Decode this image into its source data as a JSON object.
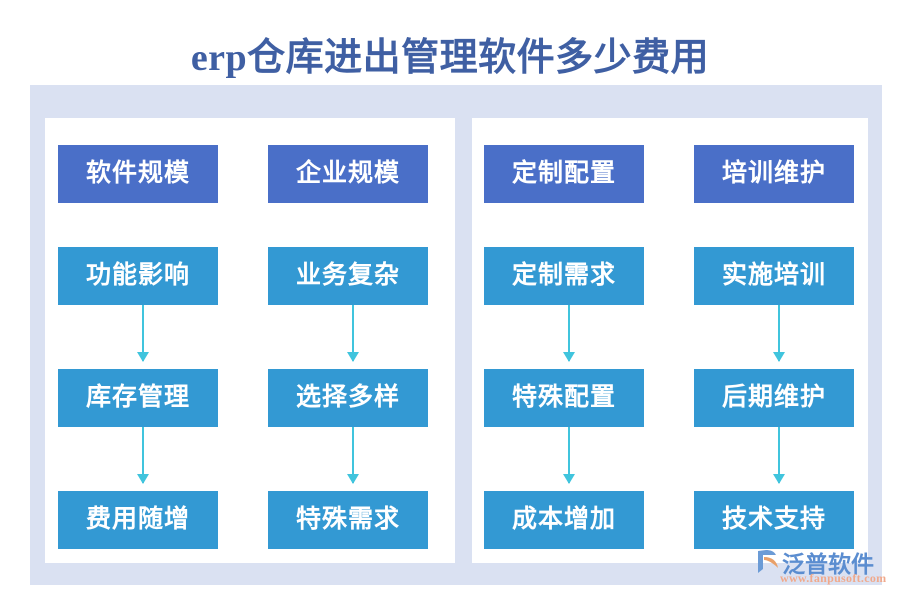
{
  "page": {
    "title": "erp仓库进出管理软件多少费用",
    "title_color": "#3f5fa3",
    "background": "#ffffff",
    "frame_color": "#dae1f2",
    "panel_color": "#ffffff"
  },
  "colors": {
    "header_box": "#4a6fc8",
    "node_box": "#3399d3",
    "arrow": "#40c4dd",
    "logo_brand": "#5b8dd0",
    "logo_url": "#f0a98c"
  },
  "diagram": {
    "type": "flow-columns",
    "columns": [
      {
        "header": "软件规模",
        "nodes": [
          "功能影响",
          "库存管理",
          "费用随增"
        ]
      },
      {
        "header": "企业规模",
        "nodes": [
          "业务复杂",
          "选择多样",
          "特殊需求"
        ]
      },
      {
        "header": "定制配置",
        "nodes": [
          "定制需求",
          "特殊配置",
          "成本增加"
        ]
      },
      {
        "header": "培训维护",
        "nodes": [
          "实施培训",
          "后期维护",
          "技术支持"
        ]
      }
    ]
  },
  "watermark": {
    "brand": "泛普软件",
    "url": "www.fanpusoft.com"
  },
  "logo": {
    "brand": "泛普软件",
    "url": "www.fanpusoft.com"
  }
}
